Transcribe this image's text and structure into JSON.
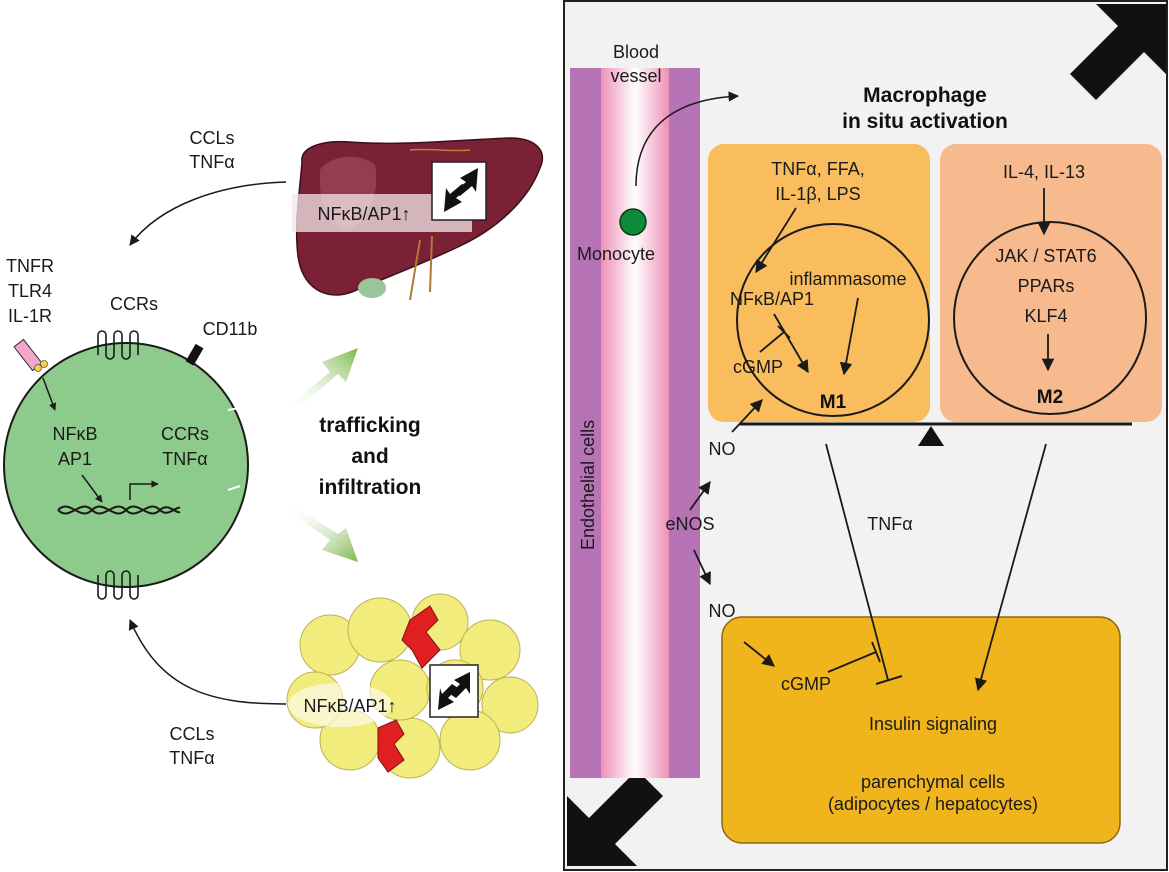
{
  "left": {
    "ccl_top": [
      "CCLs",
      "TNFα"
    ],
    "ccl_bottom": [
      "CCLs",
      "TNFα"
    ],
    "receptors": [
      "TNFR",
      "TLR4",
      "IL-1R"
    ],
    "ccrs_top": "CCRs",
    "cd11b": "CD11b",
    "nfkb": [
      "NFκB",
      "AP1"
    ],
    "ccrs_tnfa": [
      "CCRs",
      "TNFα"
    ],
    "liver_label": "NFκB/AP1↑",
    "adipose_label": "NFκB/AP1↑",
    "trafficking": [
      "trafficking",
      "and",
      "infiltration"
    ]
  },
  "right": {
    "blood_vessel": [
      "Blood",
      "vessel"
    ],
    "monocyte": "Monocyte",
    "endothelial": "Endothelial cells",
    "title": [
      "Macrophage",
      "in situ activation"
    ],
    "m1": {
      "stimuli": [
        "TNFα, FFA,",
        "IL-1β, LPS"
      ],
      "inflammasome": "inflammasome",
      "nfkb": "NFκB/AP1",
      "cgmp": "cGMP",
      "label": "M1"
    },
    "m2": {
      "stimuli": "IL-4, IL-13",
      "pathway": [
        "JAK / STAT6",
        "PPARs",
        "KLF4"
      ],
      "label": "M2"
    },
    "no_top": "NO",
    "enos": "eNOS",
    "no_bottom": "NO",
    "tnfa": "TNFα",
    "insulin": {
      "cgmp": "cGMP",
      "signaling": "Insulin signaling",
      "cells": [
        "parenchymal cells",
        "(adipocytes / hepatocytes)"
      ]
    }
  },
  "colors": {
    "cell_green": "#8ccb8c",
    "liver": "#7a2135",
    "fat": "#f1ec7c",
    "vessel_purple": "#b673b5",
    "vessel_pink": "#f3a9c7",
    "m1_box": "#f9bd5e",
    "m2_box": "#f7b98e",
    "insulin_box": "#f0b41c",
    "panel_bg": "#f2f2f2"
  }
}
